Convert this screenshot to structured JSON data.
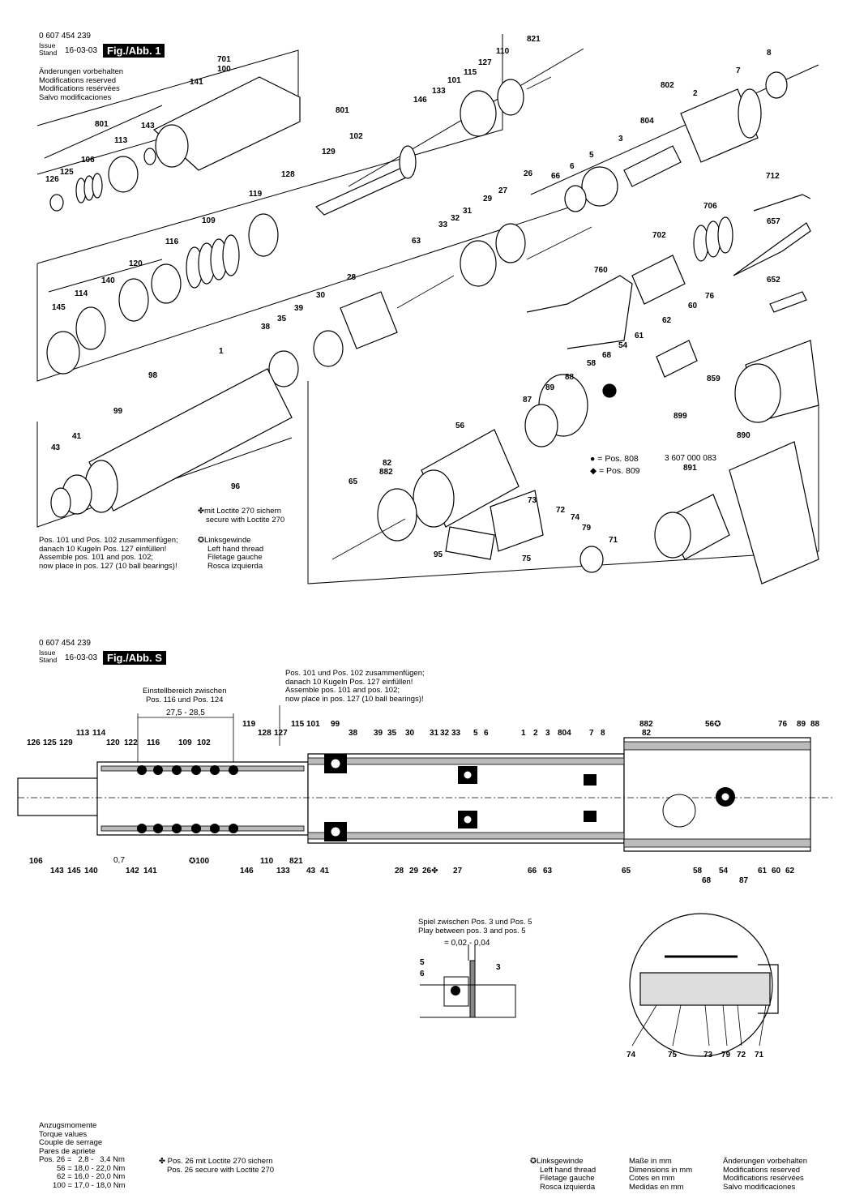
{
  "doc_number": "0 607 454 239",
  "issue_label": "Issue\nStand",
  "issue_date": "16-03-03",
  "fig1_label": "Fig./Abb. 1",
  "figS_label": "Fig./Abb. S",
  "reserved_notes": [
    "Änderungen vorbehalten",
    "Modifications reserved",
    "Modifications resérvées",
    "Salvo modificaciones"
  ],
  "loctite_270_note": [
    "mit Loctite 270 sichern",
    "secure with Loctite 270"
  ],
  "assembly_note_1": [
    "Pos. 101 und Pos. 102 zusammenfügen;",
    "danach 10 Kugeln Pos. 127 einfüllen!",
    "Assemble pos. 101 and pos. 102;",
    "now place in pos. 127 (10 ball bearings)!"
  ],
  "left_thread_note": [
    "Linksgewinde",
    "Left hand thread",
    "Filetage gauche",
    "Rosca izquierda"
  ],
  "pos_legend": [
    "= Pos. 808",
    "= Pos. 809"
  ],
  "part_3607": "3 607 000 083",
  "assembly_note_2": [
    "Pos. 101 und Pos. 102 zusammenfügen;",
    "danach 10 Kugeln Pos. 127 einfüllen!",
    "Assemble pos. 101 and pos. 102;",
    "now place in pos. 127 (10 ball bearings)!"
  ],
  "adjust_range": [
    "Einstellbereich zwischen",
    "Pos. 116 und Pos. 124"
  ],
  "dim_range": "27,5 - 28,5",
  "dim_07": "0,7",
  "play_note": [
    "Spiel zwischen Pos. 3 und Pos. 5",
    "Play between pos. 3 and pos. 5"
  ],
  "play_value": "= 0,02 - 0,04",
  "torque_header": [
    "Anzugsmomente",
    "Torque values",
    "Couple de serrage",
    "Pares de apriete"
  ],
  "torque_rows": [
    "Pos. 26 =   2,8 -   3,4 Nm",
    "56 = 18,0 - 22,0 Nm",
    "62 = 16,0 - 20,0 Nm",
    "100 = 17,0 - 18,0 Nm"
  ],
  "torque_loctite": [
    "Pos. 26 mit Loctite 270 sichern",
    "Pos. 26 secure with Loctite 270"
  ],
  "units_note": [
    "Maße in mm",
    "Dimensions in mm",
    "Cotes en mm",
    "Medidas en mm"
  ],
  "reserved_notes_2": [
    "Änderungen vorbehalten",
    "Modifications reserved",
    "Modifications resérvées",
    "Salvo modificaciones"
  ],
  "left_thread_note_2": [
    "Linksgewinde",
    "Left hand thread",
    "Filetage gauche",
    "Rosca izquierda"
  ],
  "callouts_fig1": [
    "821",
    "110",
    "127",
    "115",
    "101",
    "133",
    "146",
    "8",
    "7",
    "802",
    "2",
    "804",
    "3",
    "701",
    "100",
    "141",
    "801",
    "143",
    "113",
    "106",
    "801",
    "126",
    "125",
    "129",
    "102",
    "128",
    "119",
    "116",
    "109",
    "120",
    "114",
    "140",
    "145",
    "5",
    "6",
    "66",
    "26",
    "27",
    "29",
    "31",
    "32",
    "33",
    "63",
    "712",
    "706",
    "702",
    "657",
    "652",
    "760",
    "28",
    "30",
    "39",
    "35",
    "38",
    "76",
    "60",
    "62",
    "61",
    "54",
    "68",
    "58",
    "88",
    "89",
    "87",
    "859",
    "899",
    "1",
    "98",
    "99",
    "41",
    "43",
    "96",
    "56",
    "82",
    "882",
    "65",
    "73",
    "72",
    "74",
    "79",
    "71",
    "75",
    "95",
    "890",
    "891"
  ],
  "callouts_figS_top": [
    "126",
    "125",
    "129",
    "113",
    "114",
    "120",
    "122",
    "116",
    "109",
    "102",
    "119",
    "128",
    "127",
    "115",
    "101",
    "99",
    "38",
    "39",
    "35",
    "30",
    "31",
    "32",
    "33",
    "5",
    "6",
    "1",
    "2",
    "3",
    "804",
    "7",
    "8",
    "882",
    "82",
    "56",
    "76",
    "89",
    "88"
  ],
  "callouts_figS_bottom": [
    "106",
    "143",
    "145",
    "140",
    "142",
    "141",
    "100",
    "146",
    "110",
    "133",
    "821",
    "43",
    "41",
    "28",
    "29",
    "26",
    "27",
    "66",
    "63",
    "65",
    "58",
    "68",
    "54",
    "87",
    "61",
    "60",
    "62"
  ],
  "callouts_detail": [
    "5",
    "6",
    "3"
  ],
  "callouts_valve": [
    "74",
    "75",
    "73",
    "79",
    "72",
    "71"
  ]
}
